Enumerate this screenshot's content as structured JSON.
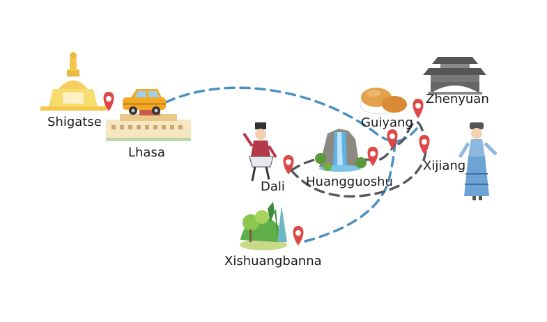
{
  "places": [
    {
      "id": "shigatse",
      "label": "Shigatse"
    },
    {
      "id": "lhasa",
      "label": "Lhasa"
    },
    {
      "id": "zhenyuan",
      "label": "Zhenyuan"
    },
    {
      "id": "guiyang",
      "label": "Guiyang"
    },
    {
      "id": "xijiang",
      "label": "Xijiang"
    },
    {
      "id": "dali",
      "label": "Dali"
    },
    {
      "id": "huangguoshu",
      "label": "Huangguoshu"
    },
    {
      "id": "xishuangbanna",
      "label": "Xishuangbanna"
    }
  ],
  "icons": {
    "pin": "map-pin-icon",
    "car": "car-icon",
    "stupa": "stupa-icon",
    "palace": "palace-icon",
    "gate": "archway-gate-icon",
    "food": "bread-icon",
    "waterfall": "waterfall-icon",
    "dancer": "dancer-figure-icon",
    "woman": "miao-woman-figure-icon",
    "forest": "forest-icon"
  },
  "colors": {
    "pin": "#e04848",
    "route_blue": "#4a90c0",
    "route_gray": "#555a60"
  }
}
